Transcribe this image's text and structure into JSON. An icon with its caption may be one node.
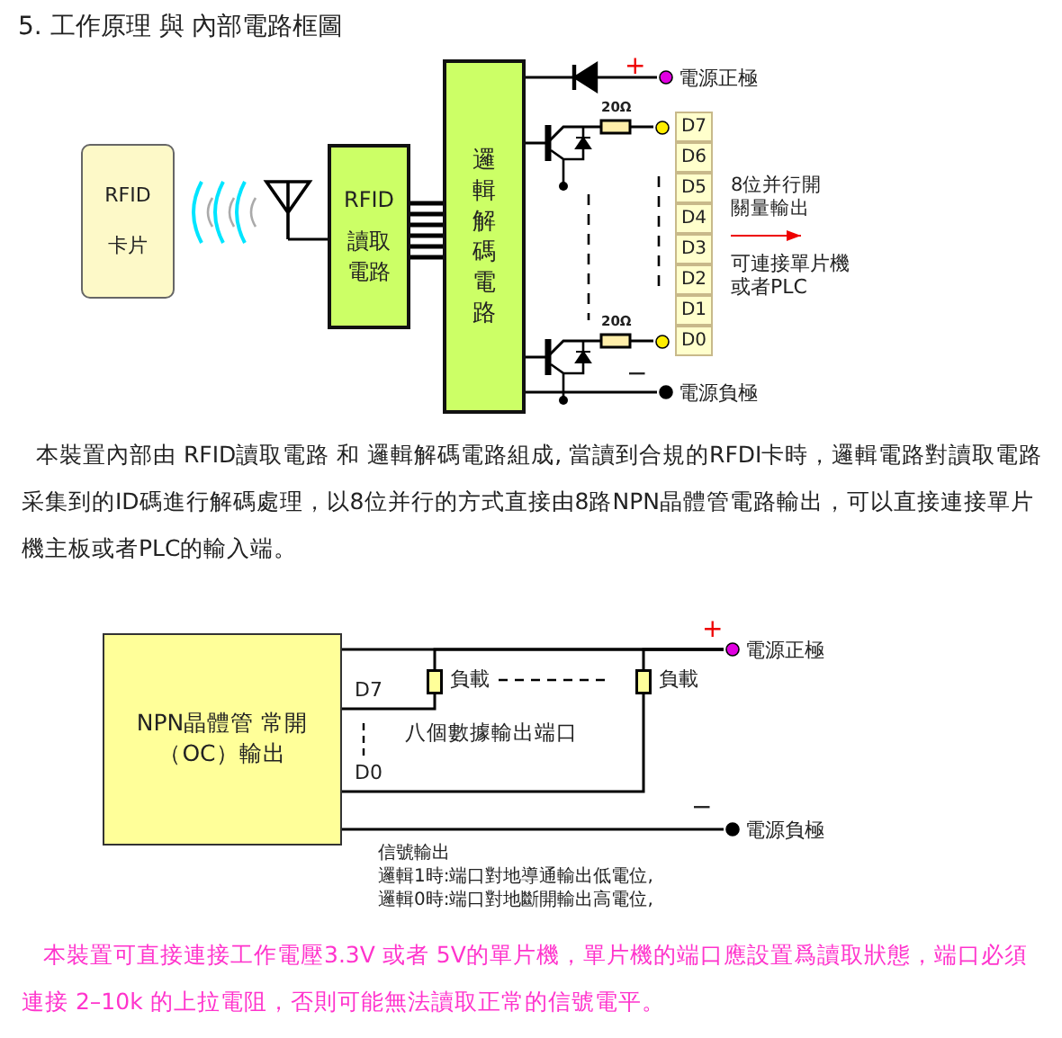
{
  "diagram": {
    "title": "5. 工作原理 與 內部電路框圖",
    "nodes": [
      {
        "text": [
          "RFID",
          "卡片"
        ]
      },
      {
        "text": [],
        "shape": "antenna"
      },
      {
        "text": [
          "RFID",
          "讀取電路"
        ]
      },
      {
        "text": [
          "邏輯解碼電路"
        ]
      },
      {
        "text": [
          "電源正極"
        ]
      },
      {
        "text": [
          "D7"
        ]
      },
      {
        "text": [
          "D6"
        ]
      },
      {
        "text": [
          "D5"
        ]
      },
      {
        "text": [
          "D4"
        ]
      },
      {
        "text": [
          "D3"
        ]
      },
      {
        "text": [
          "D2"
        ]
      },
      {
        "text": [
          "D1"
        ]
      },
      {
        "text": [
          "D0"
        ]
      },
      {
        "text": [
          "電源負極"
        ]
      },
      {
        "text": [
          "NPN晶體管 常開（OC）輸出"
        ]
      },
      {
        "text": [],
        "shape": "box",
        "beside": [
          "負載"
        ]
      },
      {
        "text": [],
        "shape": "box",
        "beside": [
          "負載"
        ]
      },
      {
        "text": [
          "電源正極"
        ]
      },
      {
        "text": [
          "電源負極"
        ]
      },
      {
        "text": [],
        "shape": "diode"
      }
    ],
    "edges": [
      {
        "from": 1,
        "to": 2,
        "arrow": "none"
      },
      {
        "from": 2,
        "to": 3,
        "arrow": "none"
      },
      {
        "from": 3,
        "to": 19,
        "arrow": "none"
      },
      {
        "from": 3,
        "to": 5,
        "arrow": "none"
      },
      {
        "from": 3,
        "to": 12,
        "arrow": "none"
      },
      {
        "from": 3,
        "to": 13,
        "arrow": "none"
      },
      {
        "from": 14,
        "to": 17,
        "arrow": "none"
      },
      {
        "from": 14,
        "to": 15,
        "label": "D7",
        "arrow": "none"
      },
      {
        "from": 14,
        "to": 16,
        "label": "D0",
        "arrow": "none"
      },
      {
        "from": 15,
        "to": 17,
        "arrow": "none"
      },
      {
        "from": 16,
        "to": 17,
        "arrow": "none"
      },
      {
        "from": 14,
        "to": 18,
        "arrow": "none"
      },
      {
        "from": 19,
        "to": 4,
        "arrow": "none"
      }
    ],
    "labels": [
      "+",
      "20Ω",
      "20Ω",
      "8位并行開關量輸出",
      "可連接單片機或者PLC",
      "−",
      "本裝置內部由 RFID讀取電路 和 邏輯解碼電路組成, 當讀到合規的RFDI卡時，邏輯電路對讀取電路采集到的ID碼進行解碼處理，以8位并行的方式直接由8路NPN晶體管電路輸出，可以直接連接單片機主板或者PLC的輸入端。",
      "+",
      "八個數據輸出端口",
      "−",
      "信號輸出",
      "邏輯1時:端口對地導通輸出低電位,",
      "邏輯0時:端口對地斷開輸出高電位,",
      "本裝置可直接連接工作電壓3.3V 或者 5V的單片機，單片機的端口應設置爲讀取狀態，端口必須連接 2–10k 的上拉電阻，否則可能無法讀取正常的信號電平。"
    ]
  }
}
